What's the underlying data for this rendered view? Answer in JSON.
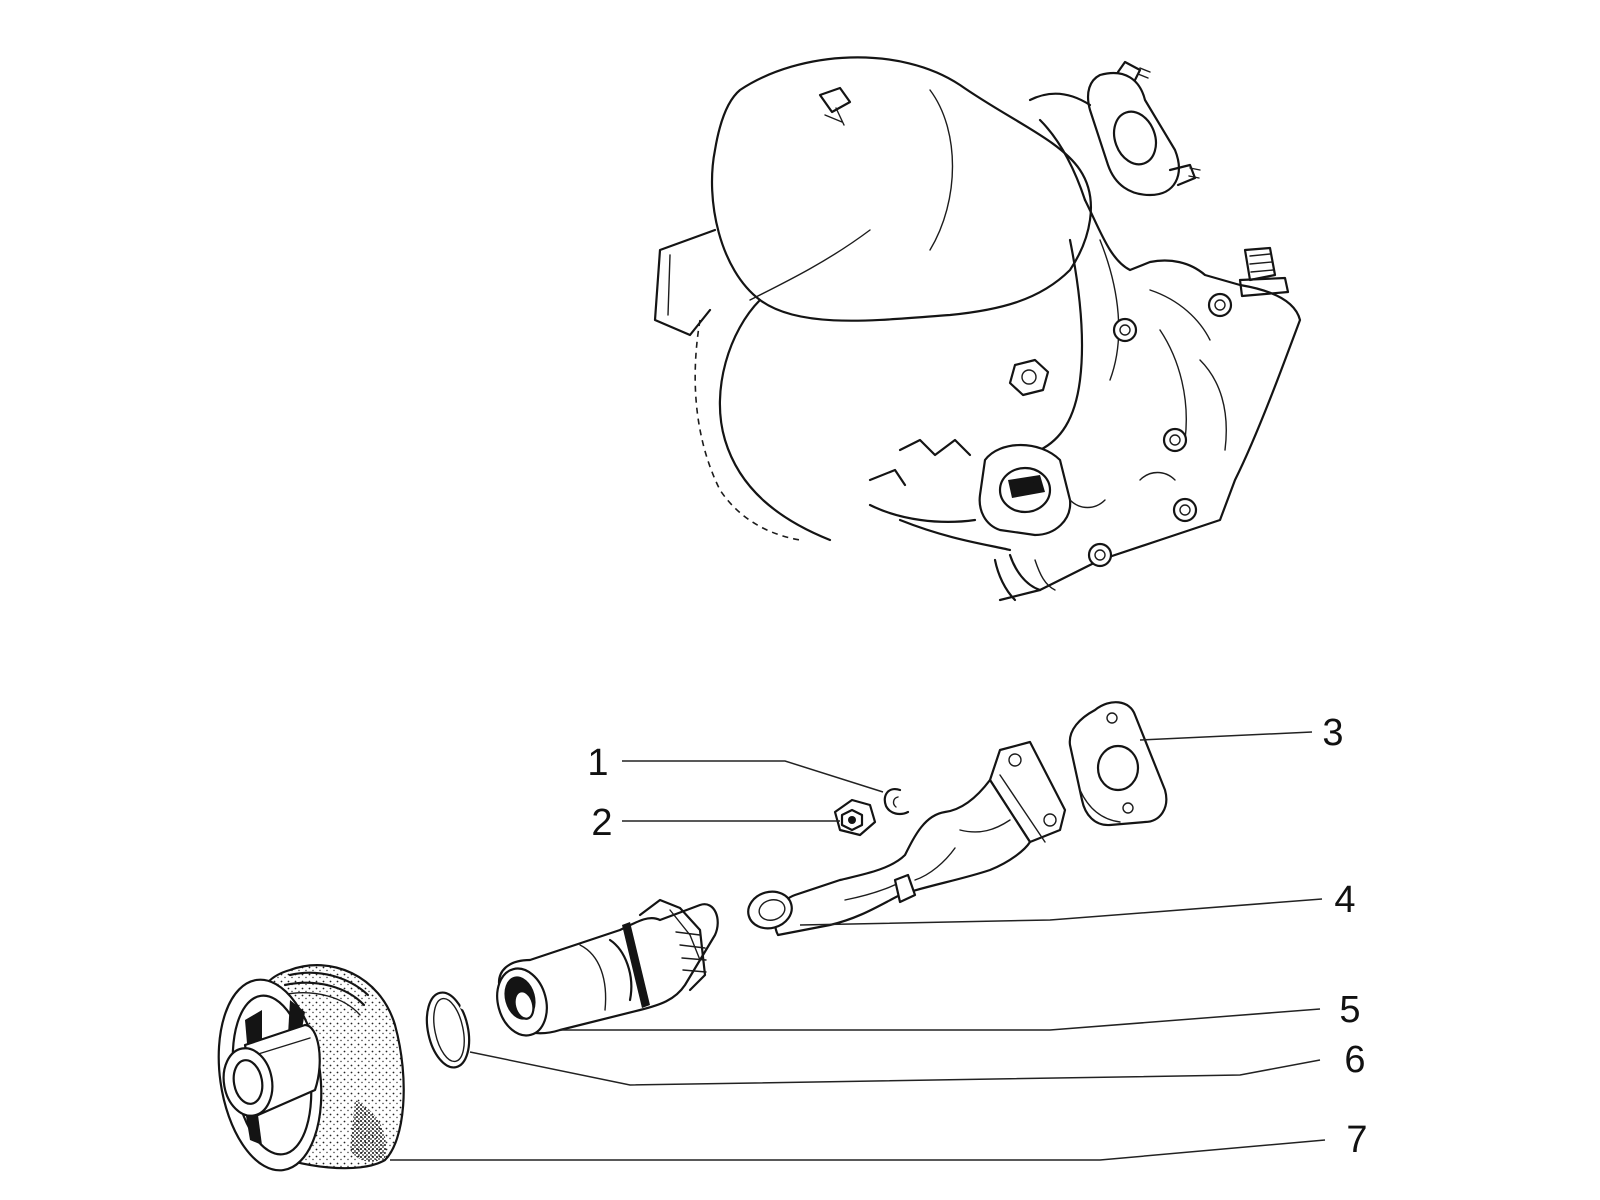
{
  "callouts": [
    {
      "label": "1"
    },
    {
      "label": "2"
    },
    {
      "label": "3"
    },
    {
      "label": "4"
    },
    {
      "label": "5"
    },
    {
      "label": "6"
    },
    {
      "label": "7"
    }
  ],
  "colors": {
    "ink": "#141414",
    "paper": "#ffffff"
  }
}
